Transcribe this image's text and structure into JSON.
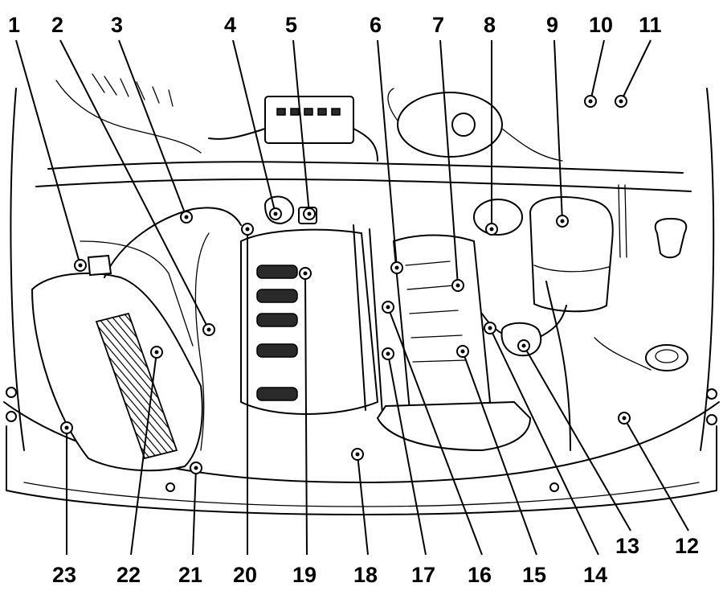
{
  "diagram": {
    "callouts": [
      {
        "id": "c1",
        "text": "1"
      },
      {
        "id": "c2",
        "text": "2"
      },
      {
        "id": "c3",
        "text": "3"
      },
      {
        "id": "c4",
        "text": "4"
      },
      {
        "id": "c5",
        "text": "5"
      },
      {
        "id": "c6",
        "text": "6"
      },
      {
        "id": "c7",
        "text": "7"
      },
      {
        "id": "c8",
        "text": "8"
      },
      {
        "id": "c9",
        "text": "9"
      },
      {
        "id": "c10",
        "text": "10"
      },
      {
        "id": "c11",
        "text": "11"
      },
      {
        "id": "c12",
        "text": "12"
      },
      {
        "id": "c13",
        "text": "13"
      },
      {
        "id": "c14",
        "text": "14"
      },
      {
        "id": "c15",
        "text": "15"
      },
      {
        "id": "c16",
        "text": "16"
      },
      {
        "id": "c17",
        "text": "17"
      },
      {
        "id": "c18",
        "text": "18"
      },
      {
        "id": "c19",
        "text": "19"
      },
      {
        "id": "c20",
        "text": "20"
      },
      {
        "id": "c21",
        "text": "21"
      },
      {
        "id": "c22",
        "text": "22"
      },
      {
        "id": "c23",
        "text": "23"
      }
    ],
    "colors": {
      "ink": "#000000",
      "paper": "#ffffff"
    }
  }
}
